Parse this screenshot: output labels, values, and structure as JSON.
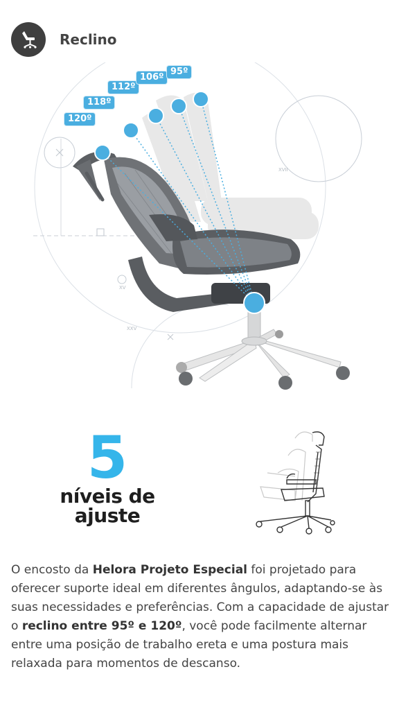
{
  "header": {
    "title": "Reclino",
    "icon": "office-chair-icon"
  },
  "hero": {
    "angles": [
      "120º",
      "118º",
      "112º",
      "106º",
      "95º"
    ],
    "accent": "#4aaee0",
    "roman_numerals": [
      "XVII",
      "XV",
      "XXV"
    ]
  },
  "feature": {
    "number": "5",
    "line1": "níveis de",
    "line2": "ajuste",
    "number_color": "#35b5ea"
  },
  "description": {
    "p1": "O encosto da ",
    "b1": "Helora Projeto Especial",
    "p2": " foi projetado para oferecer suporte ideal em diferentes ângulos, adaptando-se às suas necessidades e preferências. Com a capacidade de ajustar o ",
    "b2": "reclino entre 95º e 120º",
    "p3": ", você pode facilmente alternar entre uma posição de trabalho ereta e uma postura mais relaxada para momentos de descanso."
  }
}
